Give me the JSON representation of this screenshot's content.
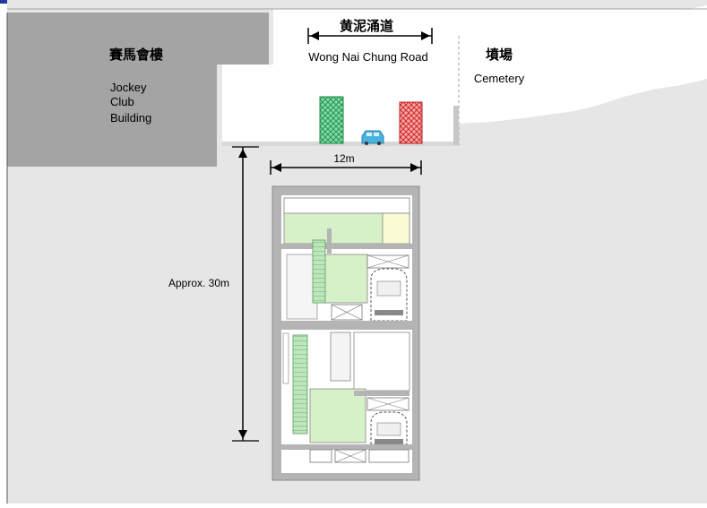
{
  "labels": {
    "road_zh": "黄泥涌道",
    "road_en": "Wong Nai Chung Road",
    "jockey_zh": "賽馬會樓",
    "jockey_en_line1": "Jockey",
    "jockey_en_line2": "Club",
    "jockey_en_line3": "Building",
    "cemetery_zh": "墳場",
    "cemetery_en": "Cemetery",
    "width_dim": "12m",
    "depth_dim": "Approx. 30m"
  },
  "colors": {
    "ground": "#e6e6e6",
    "building": "#a4a4a4",
    "tunnel_wall": "#b4b4b4",
    "platform_green": "#d6f0c8",
    "green_car": "#3dbb6a",
    "red_car": "#e24848",
    "blue_car": "#4ab2df",
    "title_blue": "#1f3c9e"
  },
  "icons": [
    "double-arrow-icon",
    "escalator-icon",
    "train-icon",
    "vehicle-icon"
  ]
}
